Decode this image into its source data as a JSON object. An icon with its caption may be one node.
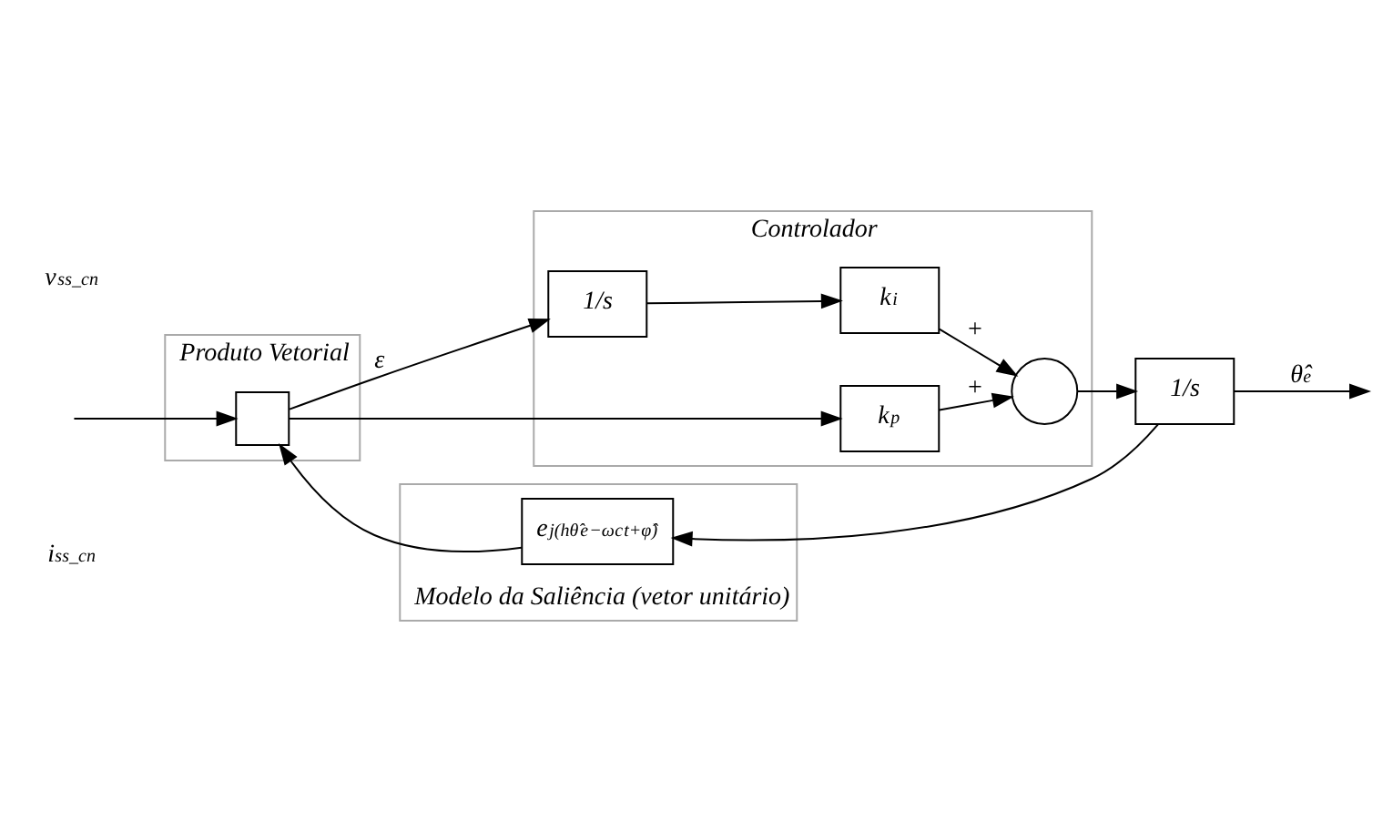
{
  "diagram": {
    "nodes": [
      {
        "text": [
          "Produto Vetorial"
        ]
      },
      {
        "text": [],
        "shape": "box",
        "in": 0
      },
      {
        "text": [
          "Controlador"
        ]
      },
      {
        "text": [
          "1/s"
        ],
        "in": 2
      },
      {
        "text": [
          "k$_{i}$"
        ],
        "in": 2
      },
      {
        "text": [
          "k$_{p}$"
        ],
        "in": 2
      },
      {
        "text": [],
        "shape": "circle",
        "in": 2
      },
      {
        "text": [
          "1/s"
        ]
      },
      {
        "text": [
          "Modelo da Saliência (vetor unitário)"
        ]
      },
      {
        "text": [
          "e$^{j(hθ̂}$$_{e}$$^{−ω}$$_{c}$$^{t+φ̂)}$"
        ],
        "in": 8
      }
    ],
    "edges": [
      {
        "from": null,
        "to": 1,
        "arrow": "to"
      },
      {
        "from": 1,
        "to": 3,
        "arrow": "to",
        "label": "ε"
      },
      {
        "from": 1,
        "to": 5,
        "arrow": "to"
      },
      {
        "from": 3,
        "to": 4,
        "arrow": "to"
      },
      {
        "from": 4,
        "to": 6,
        "arrow": "to",
        "label": "+"
      },
      {
        "from": 5,
        "to": 6,
        "arrow": "to",
        "label": "+"
      },
      {
        "from": 6,
        "to": 7,
        "arrow": "to"
      },
      {
        "from": 7,
        "to": null,
        "arrow": "to",
        "label": "θ̂$_{e}$"
      },
      {
        "from": 7,
        "to": 9,
        "arrow": "to"
      },
      {
        "from": 9,
        "to": 1,
        "arrow": "to"
      }
    ],
    "labels": [
      "v$^{s}$$_{s_cn}$",
      "i$^{s}$$_{s_cn}$"
    ]
  }
}
